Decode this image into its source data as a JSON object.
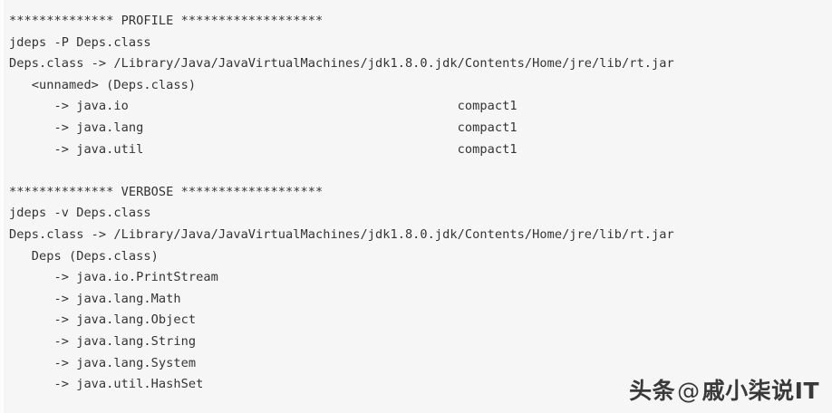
{
  "terminal": {
    "background_color": "#f6f6f6",
    "text_color": "#333333",
    "lines": [
      "************** PROFILE *******************",
      "jdeps -P Deps.class",
      "Deps.class -> /Library/Java/JavaVirtualMachines/jdk1.8.0.jdk/Contents/Home/jre/lib/rt.jar",
      "   <unnamed> (Deps.class)",
      "      -> java.io                                            compact1",
      "      -> java.lang                                          compact1",
      "      -> java.util                                          compact1",
      "",
      "************** VERBOSE *******************",
      "jdeps -v Deps.class",
      "Deps.class -> /Library/Java/JavaVirtualMachines/jdk1.8.0.jdk/Contents/Home/jre/lib/rt.jar",
      "   Deps (Deps.class)",
      "      -> java.io.PrintStream",
      "      -> java.lang.Math",
      "      -> java.lang.Object",
      "      -> java.lang.String",
      "      -> java.lang.System",
      "      -> java.util.HashSet"
    ],
    "sections": [
      {
        "banner": "************** PROFILE *******************",
        "title": "PROFILE",
        "command": "jdeps -P Deps.class",
        "source": "Deps.class",
        "arrow": "->",
        "target_jar": "/Library/Java/JavaVirtualMachines/jdk1.8.0.jdk/Contents/Home/jre/lib/rt.jar",
        "package_header": "<unnamed> (Deps.class)",
        "dependencies": [
          {
            "name": "java.io",
            "profile": "compact1"
          },
          {
            "name": "java.lang",
            "profile": "compact1"
          },
          {
            "name": "java.util",
            "profile": "compact1"
          }
        ]
      },
      {
        "banner": "************** VERBOSE *******************",
        "title": "VERBOSE",
        "command": "jdeps -v Deps.class",
        "source": "Deps.class",
        "arrow": "->",
        "target_jar": "/Library/Java/JavaVirtualMachines/jdk1.8.0.jdk/Contents/Home/jre/lib/rt.jar",
        "package_header": "Deps (Deps.class)",
        "dependencies": [
          {
            "name": "java.io.PrintStream",
            "profile": ""
          },
          {
            "name": "java.lang.Math",
            "profile": ""
          },
          {
            "name": "java.lang.Object",
            "profile": ""
          },
          {
            "name": "java.lang.String",
            "profile": ""
          },
          {
            "name": "java.lang.System",
            "profile": ""
          },
          {
            "name": "java.util.HashSet",
            "profile": ""
          }
        ]
      }
    ]
  },
  "watermark": {
    "platform": "头条",
    "at": "@",
    "author": "戚小柒说IT"
  }
}
